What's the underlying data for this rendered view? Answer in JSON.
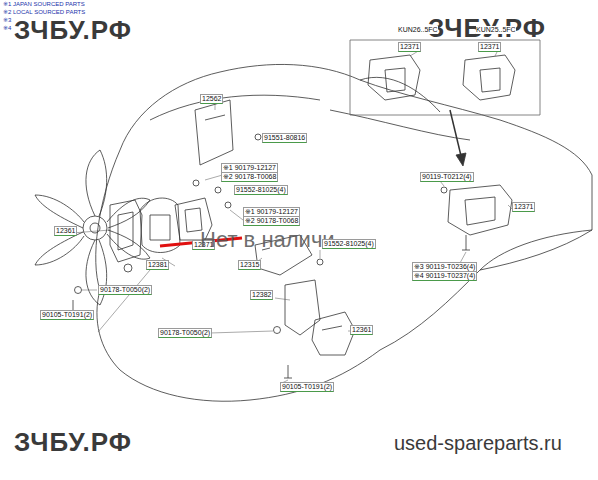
{
  "diagram": {
    "labels": [
      "※1 JAPAN SOURCED PARTS",
      "※2 LOCAL SOURCED PARTS",
      "※3",
      "※4",
      "ЗЧБУ.РФ",
      "ЗЧБУ.РФ",
      "ЗЧБУ.РФ",
      "used-spareparts.ru",
      "KUN26..5FC",
      "KUN25..5FC",
      "12371",
      "12371",
      "12562",
      "91551-80816",
      "※1 90179-12127",
      "※2 90178-T0068",
      "91552-81025(4)",
      "12361",
      "※1 90179-12127",
      "※2 90178-T0068",
      "12371",
      "Нет в наличи",
      "91552-81025(4)",
      "12381",
      "12315",
      "12382",
      "90119-T0212(4)",
      "12371",
      "※3 90119-T0236(4)",
      "※4 90119-T0237(4)",
      "90178-T0050(2)",
      "90105-T0191(2)",
      "90178-T0050(2)",
      "12361",
      "90105-T0191(2)"
    ]
  }
}
